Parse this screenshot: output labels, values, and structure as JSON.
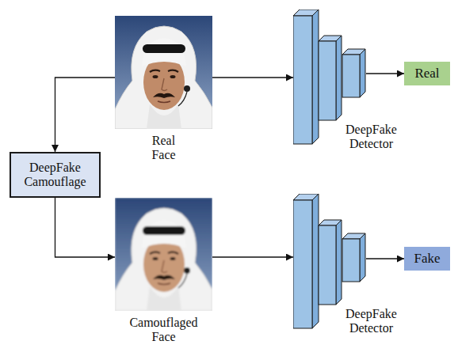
{
  "diagram": {
    "nodes": [
      {
        "text": [
          "Real Face"
        ]
      },
      {
        "text": [
          "DeepFake Detector"
        ]
      },
      {
        "text": [
          "Real"
        ]
      },
      {
        "text": [
          "DeepFake Camouflage"
        ]
      },
      {
        "text": [
          "Camouflaged Face"
        ]
      },
      {
        "text": [
          "DeepFake Detector"
        ]
      },
      {
        "text": [
          "Fake"
        ]
      }
    ],
    "edges": [
      {
        "from": 0,
        "to": 1,
        "arrow": "to"
      },
      {
        "from": 1,
        "to": 2,
        "arrow": "to"
      },
      {
        "from": 0,
        "to": 3,
        "arrow": "to"
      },
      {
        "from": 3,
        "to": 4,
        "arrow": "to"
      },
      {
        "from": 4,
        "to": 5,
        "arrow": "to"
      },
      {
        "from": 5,
        "to": 6,
        "arrow": "to"
      }
    ]
  }
}
